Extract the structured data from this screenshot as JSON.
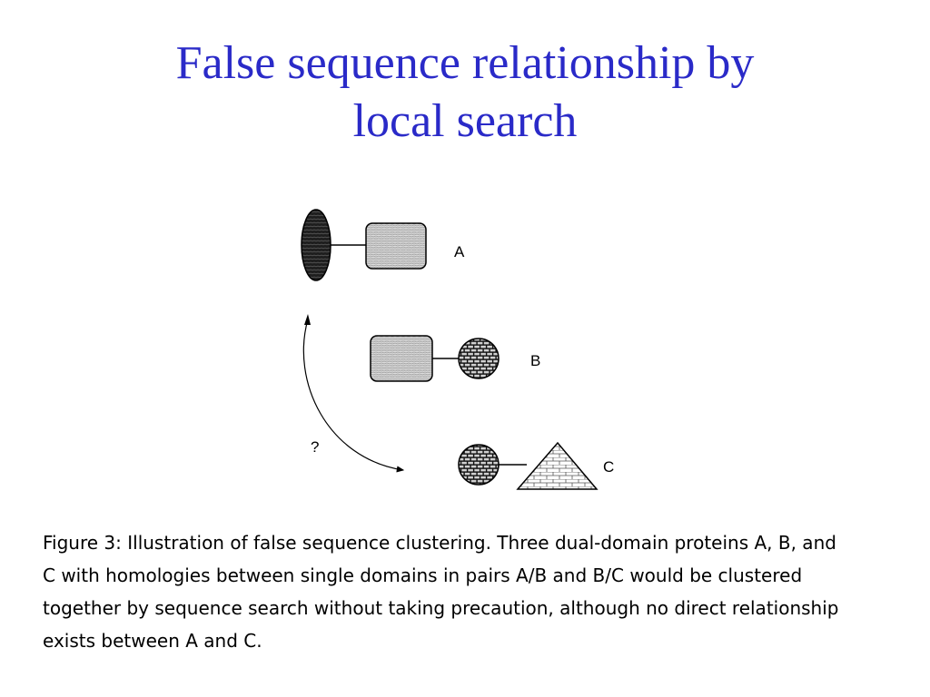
{
  "title": {
    "line1": "False sequence relationship by",
    "line2": "local search"
  },
  "diagram": {
    "protein_labels": [
      "A",
      "B",
      "C"
    ],
    "question_mark": "?",
    "colors": {
      "title": "#2a2ac8",
      "dark_domain": "#1a1a1a",
      "light_domain": "#d8d8d8"
    }
  },
  "caption": {
    "lines": [
      "Figure 3: Illustration of false sequence clustering. Three dual-domain proteins A, B, and",
      "C with homologies between single domains in pairs A/B and B/C would be clustered",
      "together by sequence search without taking precaution, although no direct relationship",
      "exists between A and C."
    ]
  }
}
